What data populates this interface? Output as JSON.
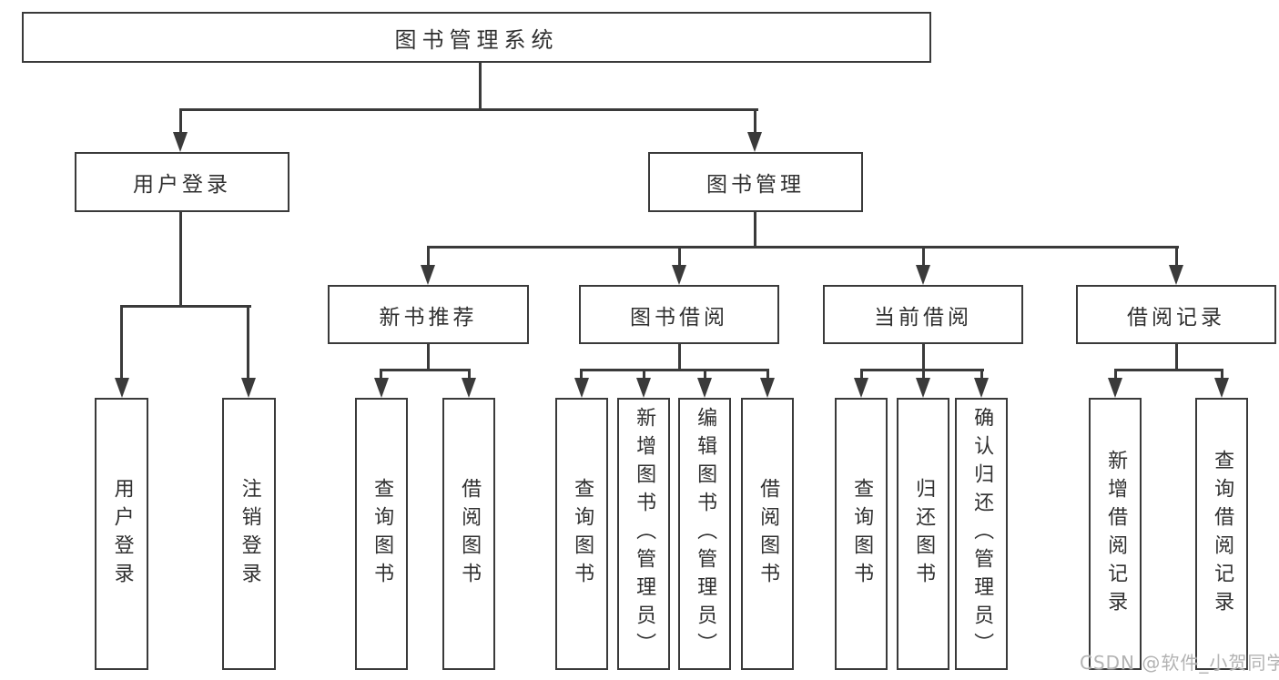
{
  "diagram": {
    "root": "图书管理系统",
    "branches": [
      {
        "label": "用户登录",
        "children": [
          "用户登录",
          "注销登录"
        ]
      },
      {
        "label": "图书管理",
        "children": [
          {
            "label": "新书推荐",
            "children": [
              "查询图书",
              "借阅图书"
            ]
          },
          {
            "label": "图书借阅",
            "children": [
              "查询图书",
              "新增图书（管理员）",
              "编辑图书（管理员）",
              "借阅图书"
            ]
          },
          {
            "label": "当前借阅",
            "children": [
              "查询图书",
              "归还图书",
              "确认归还（管理员）"
            ]
          },
          {
            "label": "借阅记录",
            "children": [
              "新增借阅记录",
              "查询借阅记录"
            ]
          }
        ]
      }
    ]
  },
  "watermark": {
    "text": "CSDN @软件_小贺同学"
  },
  "colors": {
    "line": "#3a3a3a",
    "text": "#303030",
    "watermark": "#b3b3b3",
    "background": "#ffffff"
  }
}
